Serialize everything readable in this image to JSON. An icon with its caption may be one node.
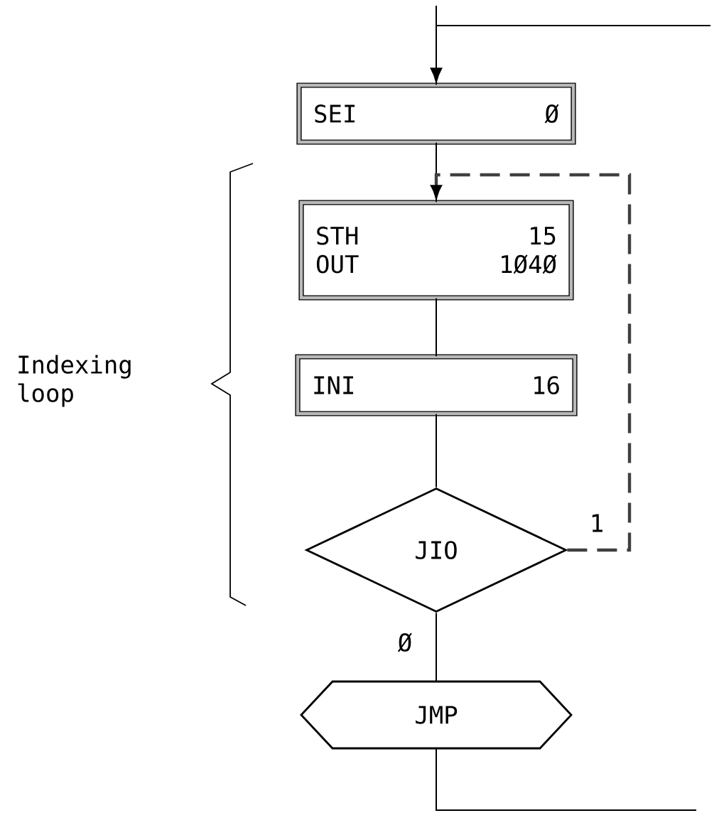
{
  "diagram": {
    "nodes": [
      {
        "text": [
          "SEI",
          "Ø"
        ]
      },
      {
        "text": [
          "STH",
          "15",
          "OUT",
          "1Ø4Ø"
        ]
      },
      {
        "text": [
          "INI",
          "16"
        ]
      },
      {
        "text": [
          "JIO"
        ]
      },
      {
        "text": [
          "JMP"
        ]
      }
    ],
    "edges": [
      {
        "from": null,
        "to": 0,
        "arrow": "none"
      },
      {
        "from": null,
        "to": 0,
        "arrow": "to"
      },
      {
        "from": 0,
        "to": 1,
        "arrow": "none"
      },
      {
        "from": 1,
        "to": 2,
        "arrow": "none"
      },
      {
        "from": 2,
        "to": 3,
        "arrow": "none"
      },
      {
        "from": 3,
        "to": 1,
        "arrow": "to",
        "label": "1",
        "style": "dashed"
      },
      {
        "from": 3,
        "to": 4,
        "arrow": "none",
        "label": "Ø"
      },
      {
        "from": 4,
        "to": null,
        "arrow": "none"
      }
    ],
    "labels": [
      "Indexing loop"
    ]
  }
}
